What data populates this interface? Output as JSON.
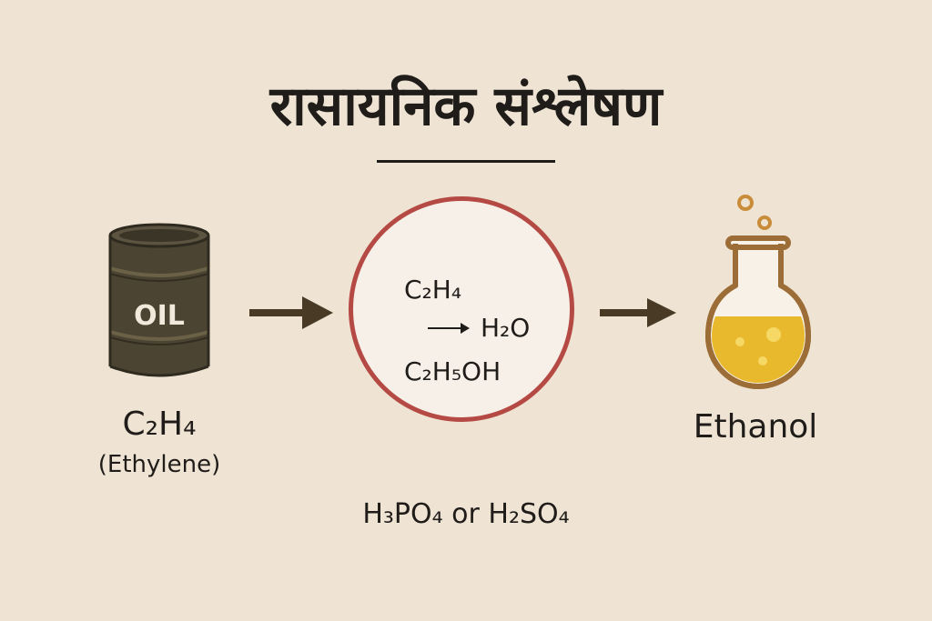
{
  "title": "रासायनिक संश्लेषण",
  "barrel": {
    "label": "OIL"
  },
  "reactant": {
    "formula": "C₂H₄",
    "name": "(Ethylene)"
  },
  "reaction": {
    "reactant": "C₂H₄",
    "water": "H₂O",
    "product": "C₂H₅OH"
  },
  "product": {
    "name": "Ethanol"
  },
  "catalyst": "H₃PO₄ or H₂SO₄",
  "colors": {
    "background": "#efe4d4",
    "barrel": "#4b4432",
    "barrel_highlight": "#6b6147",
    "arrow": "#483a25",
    "circle_border": "#b54a45",
    "circle_fill": "#f6f0e8",
    "flask_outline": "#9c6d37",
    "liquid": "#e8b92d",
    "text": "#1f1c19"
  }
}
